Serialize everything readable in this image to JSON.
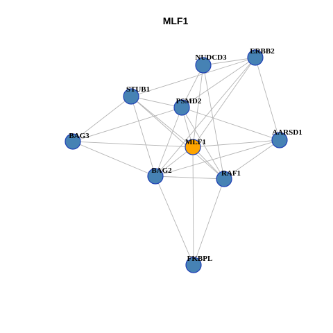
{
  "title": "MLF1",
  "colors": {
    "node_fill": "#4682B4",
    "center_fill": "#FFA500",
    "node_stroke": "#1F3FB5",
    "edge": "#B3B3B3"
  },
  "nodes": [
    {
      "id": "MLF1",
      "label": "MLF1",
      "center": true
    },
    {
      "id": "ERBB2",
      "label": "ERBB2"
    },
    {
      "id": "NUDCD3",
      "label": "NUDCD3"
    },
    {
      "id": "STUB1",
      "label": "STUB1"
    },
    {
      "id": "PSMD2",
      "label": "PSMD2"
    },
    {
      "id": "BAG3",
      "label": "BAG3"
    },
    {
      "id": "AARSD1",
      "label": "AARSD1"
    },
    {
      "id": "BAG2",
      "label": "BAG2"
    },
    {
      "id": "RAF1",
      "label": "RAF1"
    },
    {
      "id": "FKBPL",
      "label": "FKBPL"
    }
  ],
  "edges": [
    [
      "MLF1",
      "ERBB2"
    ],
    [
      "MLF1",
      "NUDCD3"
    ],
    [
      "MLF1",
      "STUB1"
    ],
    [
      "MLF1",
      "PSMD2"
    ],
    [
      "MLF1",
      "BAG3"
    ],
    [
      "MLF1",
      "AARSD1"
    ],
    [
      "MLF1",
      "BAG2"
    ],
    [
      "MLF1",
      "RAF1"
    ],
    [
      "MLF1",
      "FKBPL"
    ],
    [
      "ERBB2",
      "NUDCD3"
    ],
    [
      "ERBB2",
      "STUB1"
    ],
    [
      "ERBB2",
      "PSMD2"
    ],
    [
      "ERBB2",
      "AARSD1"
    ],
    [
      "ERBB2",
      "BAG2"
    ],
    [
      "NUDCD3",
      "PSMD2"
    ],
    [
      "NUDCD3",
      "RAF1"
    ],
    [
      "STUB1",
      "PSMD2"
    ],
    [
      "STUB1",
      "BAG3"
    ],
    [
      "STUB1",
      "BAG2"
    ],
    [
      "STUB1",
      "RAF1"
    ],
    [
      "PSMD2",
      "BAG3"
    ],
    [
      "PSMD2",
      "AARSD1"
    ],
    [
      "PSMD2",
      "BAG2"
    ],
    [
      "PSMD2",
      "RAF1"
    ],
    [
      "BAG3",
      "BAG2"
    ],
    [
      "AARSD1",
      "BAG2"
    ],
    [
      "AARSD1",
      "RAF1"
    ],
    [
      "BAG2",
      "RAF1"
    ],
    [
      "BAG2",
      "FKBPL"
    ],
    [
      "RAF1",
      "FKBPL"
    ]
  ]
}
